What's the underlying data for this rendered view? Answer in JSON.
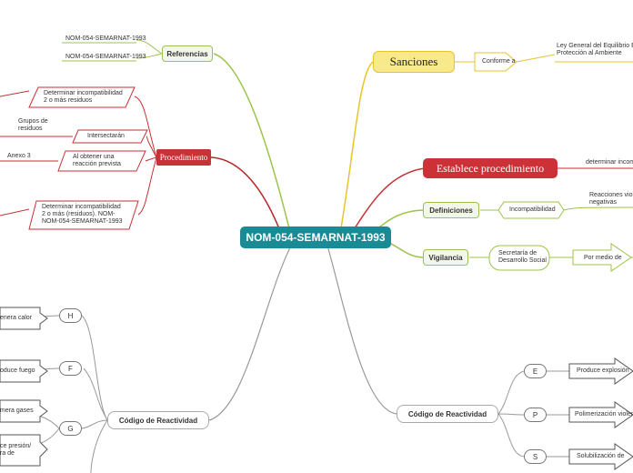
{
  "central": "NOM-054-SEMARNAT-1993",
  "referencias": {
    "label": "Referencias",
    "items": [
      "NOM-054-SEMARNAT-1993",
      "NOM-054-SEMARNAT-1993"
    ]
  },
  "procedimiento": {
    "label": "Procedimiento",
    "items": [
      "Determinar incompatibilidad\n2 o más residuos",
      "Intersectarán",
      "Al obtener una\nreacción prevista",
      "Determinar incompatibilidad\n2 o más (residuos). NOM-\nNOM-054-SEMARNAT-1993"
    ],
    "side_texts": [
      "Grupos de\nresiduos",
      "Anexo 3"
    ]
  },
  "sanciones": {
    "label": "Sanciones",
    "child": "Conforme a",
    "text": "Ley General del Equilibrio Ecol\nProtección al Ambiente"
  },
  "establece": {
    "label": "Establece procedimiento",
    "text": "determinar incomp"
  },
  "definiciones": {
    "label": "Definiciones",
    "child": "Incompatibilidad",
    "text": "Reacciones violen\nnegativas"
  },
  "vigilancia": {
    "label": "Vigilancia",
    "child": "Secretaría de\nDesarrollo Social",
    "child2": "Por medio de"
  },
  "reactividad_left": {
    "label": "Código de Reactividad",
    "codes": [
      "H",
      "F",
      "G"
    ],
    "texts": [
      "enera calor",
      "oduce fuego",
      "mera gases",
      "ce presión/\nra de"
    ]
  },
  "reactividad_right": {
    "label": "Código de Reactividad",
    "codes": [
      "E",
      "P",
      "S"
    ],
    "texts": [
      "Produce explosión",
      "Polimerización violent",
      "Solubilización de"
    ]
  },
  "colors": {
    "teal": "#1a8a95",
    "green": "#9cc44a",
    "yellow": "#e7c52a",
    "red": "#c63236",
    "gray": "#999999"
  }
}
